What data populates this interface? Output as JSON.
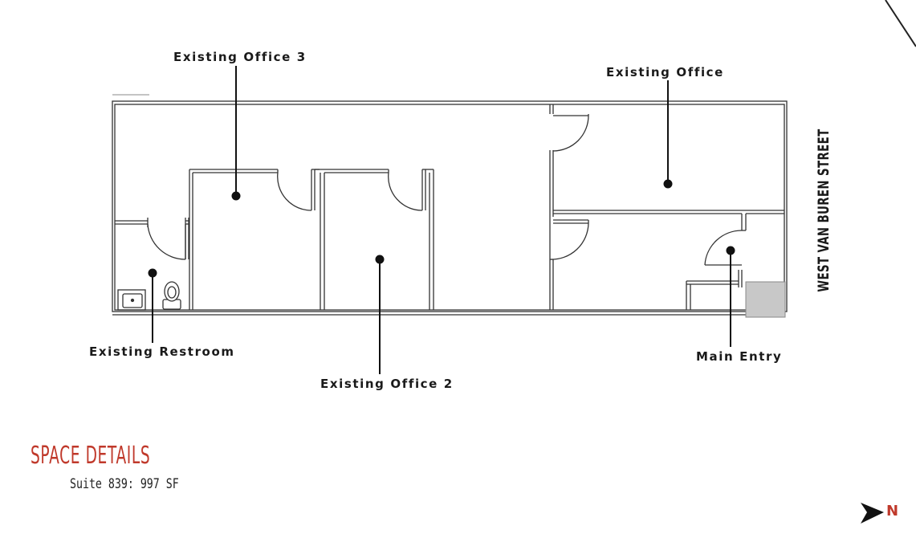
{
  "plan": {
    "rooms": [
      {
        "id": "office3",
        "label": "Existing Office 3"
      },
      {
        "id": "office1",
        "label": "Existing Office"
      },
      {
        "id": "restroom",
        "label": "Existing Restroom"
      },
      {
        "id": "office2",
        "label": "Existing Office 2"
      },
      {
        "id": "entry",
        "label": "Main Entry"
      }
    ],
    "street": "WEST VAN BUREN STREET"
  },
  "details": {
    "title": "SPACE DETAILS",
    "suite": "Suite 839: 997 SF"
  },
  "north": {
    "letter": "N"
  },
  "colors": {
    "accent": "#c0392b",
    "wall": "#333333",
    "fill": "#c8c8c8"
  }
}
